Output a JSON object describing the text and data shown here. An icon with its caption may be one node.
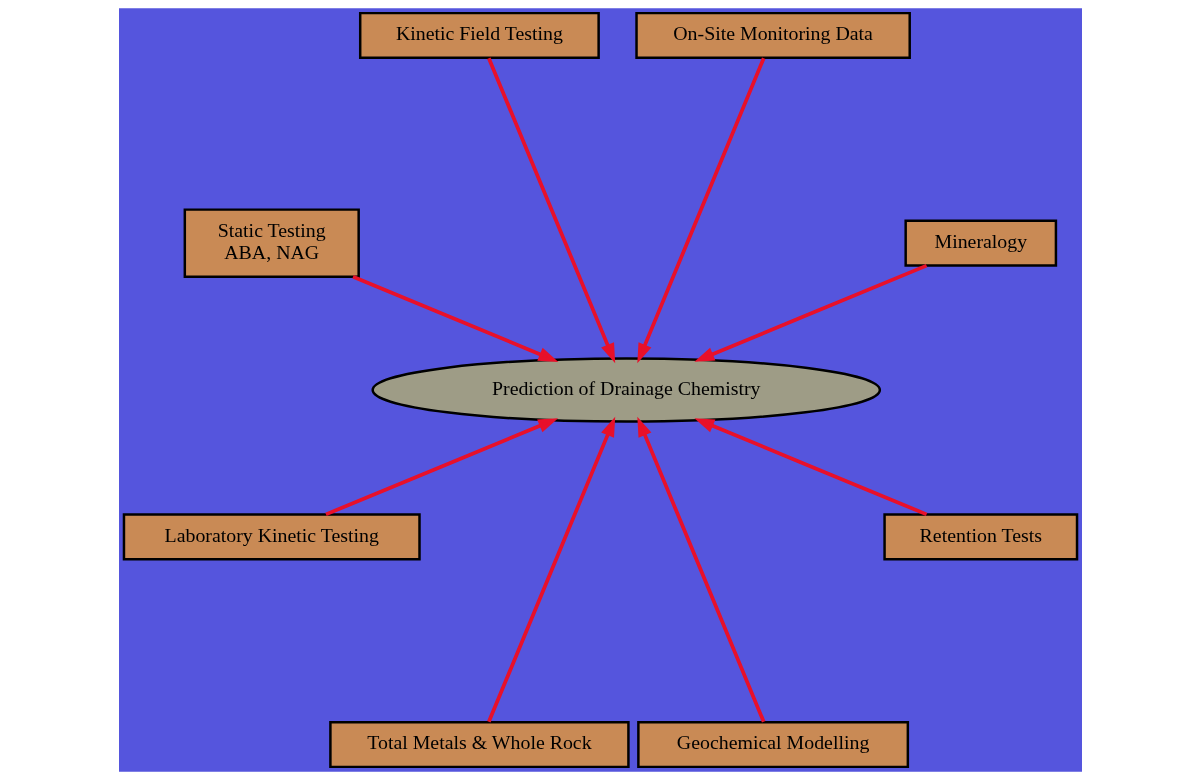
{
  "diagram": {
    "nodes": [
      {
        "text": [
          "Mineralogy"
        ]
      },
      {
        "text": [
          "On-Site Monitoring Data"
        ]
      },
      {
        "text": [
          "Kinetic Field Testing"
        ]
      },
      {
        "text": [
          "Static Testing",
          "ABA, NAG"
        ]
      },
      {
        "text": [
          "Prediction of Drainage Chemistry"
        ]
      },
      {
        "text": [
          "Laboratory Kinetic Testing"
        ]
      },
      {
        "text": [
          "Total Metals & Whole Rock"
        ]
      },
      {
        "text": [
          "Geochemical Modelling"
        ]
      },
      {
        "text": [
          "Retention Tests"
        ]
      }
    ],
    "edges": [
      {
        "from": 0,
        "to": 4,
        "arrow": "to"
      },
      {
        "from": 1,
        "to": 4,
        "arrow": "to"
      },
      {
        "from": 2,
        "to": 4,
        "arrow": "to"
      },
      {
        "from": 3,
        "to": 4,
        "arrow": "to"
      },
      {
        "from": 5,
        "to": 4,
        "arrow": "to"
      },
      {
        "from": 6,
        "to": 4,
        "arrow": "to"
      },
      {
        "from": 7,
        "to": 4,
        "arrow": "to"
      },
      {
        "from": 8,
        "to": 4,
        "arrow": "to"
      }
    ]
  }
}
